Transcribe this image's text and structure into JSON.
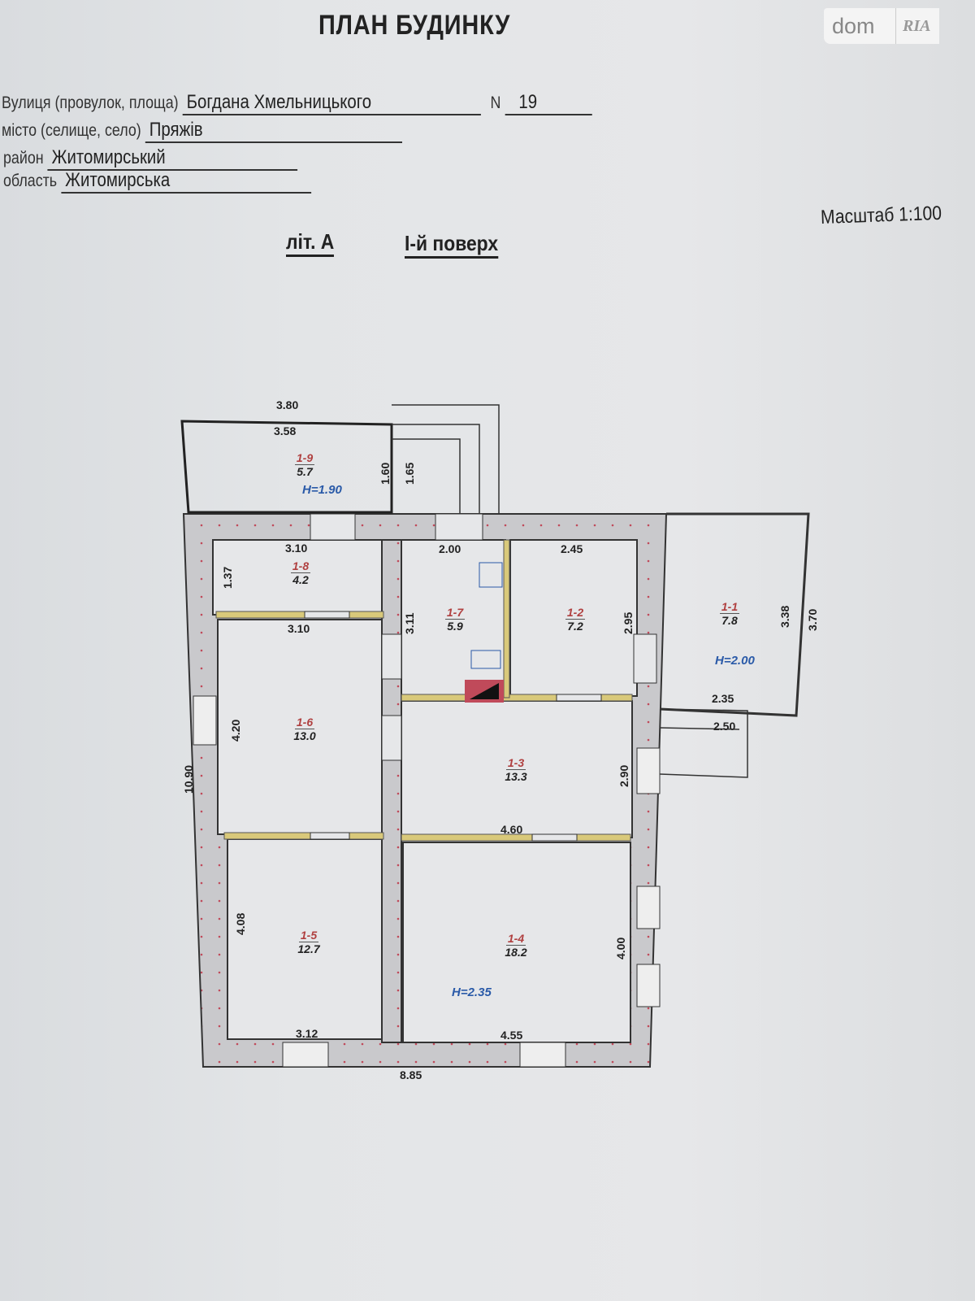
{
  "header": {
    "title": "ПЛАН БУДИНКУ",
    "logo": {
      "left": "dom",
      "right": "RIA"
    }
  },
  "address": {
    "street_label": "Вулиця (провулок, площа)",
    "street": "Богдана Хмельницького",
    "number_label": "N",
    "number": "19",
    "city_label": "місто (селище, село)",
    "city": "Пряжів",
    "district_label": "район",
    "district": "Житомирський",
    "region_label": "область",
    "region": "Житомирська"
  },
  "scale": "Масштаб 1:100",
  "subtitle": {
    "letter": "літ. А",
    "floor": "І-й поверх"
  },
  "rooms": [
    {
      "id": "1-1",
      "area": "7.8"
    },
    {
      "id": "1-2",
      "area": "7.2"
    },
    {
      "id": "1-3",
      "area": "13.3"
    },
    {
      "id": "1-4",
      "area": "18.2"
    },
    {
      "id": "1-5",
      "area": "12.7"
    },
    {
      "id": "1-6",
      "area": "13.0"
    },
    {
      "id": "1-7",
      "area": "5.9"
    },
    {
      "id": "1-8",
      "area": "4.2"
    },
    {
      "id": "1-9",
      "area": "5.7"
    }
  ],
  "heights": [
    "H=1.90",
    "H=2.00",
    "H=2.35"
  ],
  "dimensions": {
    "porch_top_outer": "3.80",
    "porch_top_inner": "3.58",
    "porch_h_a": "1.60",
    "porch_h_b": "1.65",
    "r8_top": "3.10",
    "r8_h": "1.37",
    "r8_bottom": "3.10",
    "r7_top": "2.00",
    "r7_h": "3.11",
    "r2_top": "2.45",
    "r2_h": "2.95",
    "r1_inner": "3.38",
    "r1_outer": "3.70",
    "r1_bottom_inner": "2.35",
    "r1_bottom_outer": "2.50",
    "r6_h": "4.20",
    "overall_h": "10.90",
    "r3_h": "2.90",
    "r4_top": "4.60",
    "r5_h": "4.08",
    "r4_h": "4.00",
    "r5_bottom": "3.12",
    "r4_bottom": "4.55",
    "overall_w": "8.85"
  }
}
